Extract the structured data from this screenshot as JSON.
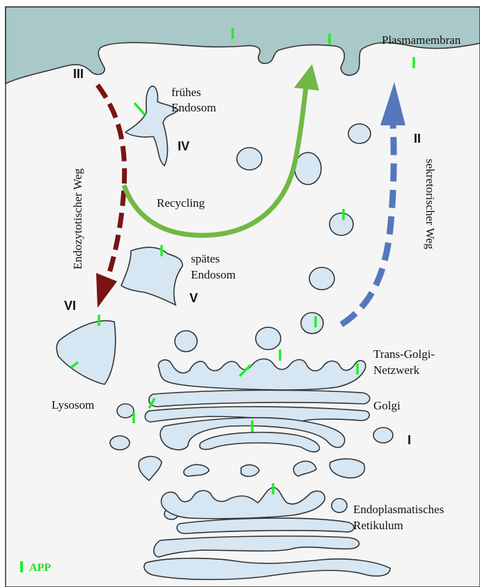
{
  "labels": {
    "plasma_membrane": "Plasmamembran",
    "early_endosome_1": "frühes",
    "early_endosome_2": "Endosom",
    "late_endosome_1": "spätes",
    "late_endosome_2": "Endosom",
    "recycling": "Recycling",
    "lysosome": "Lysosom",
    "tgn_1": "Trans-Golgi-",
    "tgn_2": "Netzwerk",
    "golgi": "Golgi",
    "er_1": "Endoplasmatisches",
    "er_2": "Retikulum",
    "endocytic_path": "Endozytotischer Weg",
    "secretory_path": "sekretorischer Weg"
  },
  "roman": {
    "i": "I",
    "ii": "II",
    "iii": "III",
    "iv": "IV",
    "v": "V",
    "vi": "VI"
  },
  "legend": {
    "label": "APP",
    "color": "#22ee22"
  },
  "colors": {
    "extracellular": "#a9c8c8",
    "organelle_fill": "#d6e6f2",
    "cytoplasm": "#f5f5f5",
    "endocytic_arrow": "#7a1414",
    "recycling_arrow": "#72b844",
    "secretory_arrow": "#5577bb",
    "app_marker": "#22ee22"
  }
}
